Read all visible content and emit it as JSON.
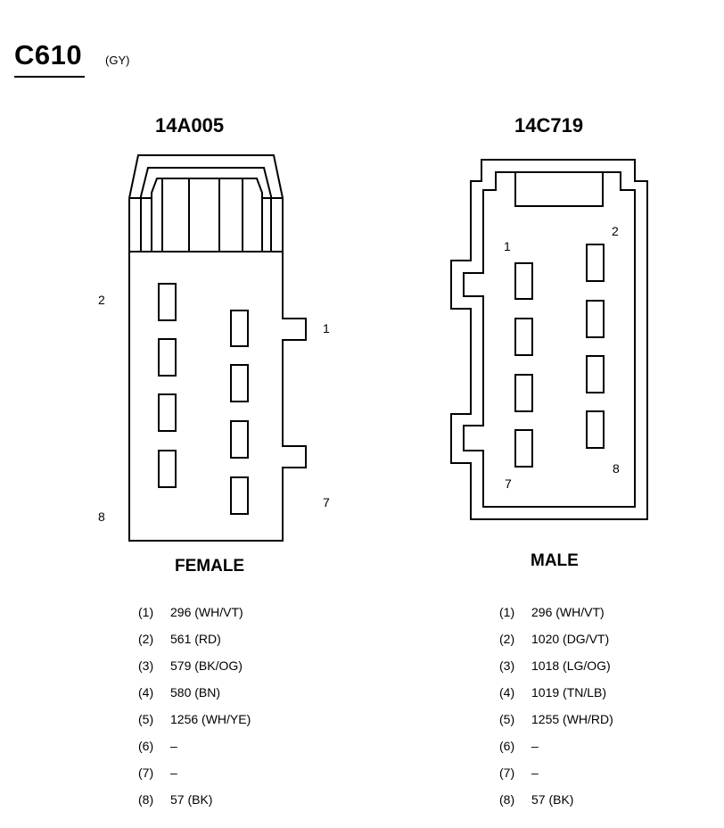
{
  "header": {
    "connector_id": "C610",
    "connector_color": "(GY)"
  },
  "female_connector": {
    "part_number": "14A005",
    "gender_label": "FEMALE",
    "pin_labels": {
      "p1": "1",
      "p2": "2",
      "p7": "7",
      "p8": "8"
    },
    "pins": [
      {
        "num": "(1)",
        "wire": "296 (WH/VT)"
      },
      {
        "num": "(2)",
        "wire": "561 (RD)"
      },
      {
        "num": "(3)",
        "wire": "579 (BK/OG)"
      },
      {
        "num": "(4)",
        "wire": "580 (BN)"
      },
      {
        "num": "(5)",
        "wire": "1256 (WH/YE)"
      },
      {
        "num": "(6)",
        "wire": "–"
      },
      {
        "num": "(7)",
        "wire": "–"
      },
      {
        "num": "(8)",
        "wire": "57 (BK)"
      }
    ]
  },
  "male_connector": {
    "part_number": "14C719",
    "gender_label": "MALE",
    "pin_labels": {
      "p1": "1",
      "p2": "2",
      "p7": "7",
      "p8": "8"
    },
    "pins": [
      {
        "num": "(1)",
        "wire": "296 (WH/VT)"
      },
      {
        "num": "(2)",
        "wire": "1020 (DG/VT)"
      },
      {
        "num": "(3)",
        "wire": "1018 (LG/OG)"
      },
      {
        "num": "(4)",
        "wire": "1019 (TN/LB)"
      },
      {
        "num": "(5)",
        "wire": "1255 (WH/RD)"
      },
      {
        "num": "(6)",
        "wire": "–"
      },
      {
        "num": "(7)",
        "wire": "–"
      },
      {
        "num": "(8)",
        "wire": "57 (BK)"
      }
    ]
  }
}
